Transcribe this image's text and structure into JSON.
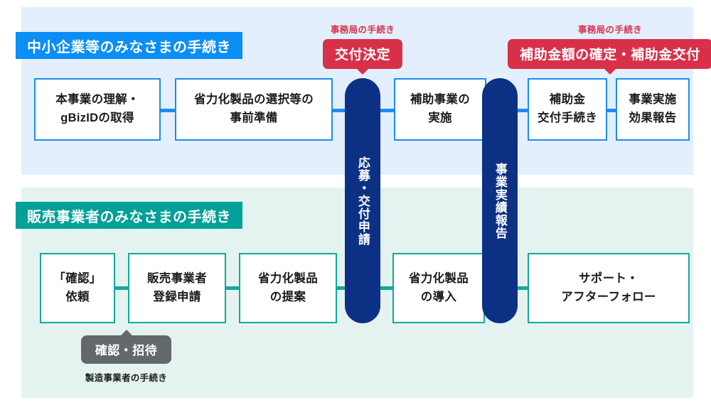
{
  "diagram": {
    "title_upper_section": "中小企業等のみなさまの手続き",
    "title_lower_section": "販売事業者のみなさまの手続き",
    "colors": {
      "upper_panel_bg": "#e3effc",
      "lower_panel_bg": "#e4f3f0",
      "upper_accent": "#0b8ef5",
      "lower_accent": "#01a099",
      "box_border_upper": "#1a8df2",
      "box_border_lower": "#12a89d",
      "pill_bg": "#0c3184",
      "callout_red": "#d9304a",
      "callout_gray": "#63686c"
    }
  },
  "upper_steps": [
    {
      "line1": "本事業の理解・",
      "line2": "gBizIDの取得"
    },
    {
      "line1": "省力化製品の選択等の",
      "line2": "事前準備"
    },
    {
      "line1": "補助事業の",
      "line2": "実施"
    },
    {
      "line1": "補助金",
      "line2": "交付手続き"
    },
    {
      "line1": "事業実施",
      "line2": "効果報告"
    }
  ],
  "lower_steps": [
    {
      "line1": "「確認」",
      "line2": "依頼"
    },
    {
      "line1": "販売事業者",
      "line2": "登録申請"
    },
    {
      "line1": "省力化製品",
      "line2": "の提案"
    },
    {
      "line1": "省力化製品",
      "line2": "の導入"
    },
    {
      "line1": "サポート・",
      "line2": "アフターフォロー"
    }
  ],
  "pills": [
    {
      "label": "応募・交付申請"
    },
    {
      "label": "事業実績報告"
    }
  ],
  "callouts": [
    {
      "kicker": "事務局の手続き",
      "label": "交付決定"
    },
    {
      "kicker": "事務局の手続き",
      "label": "補助金額の確定・補助金交付"
    }
  ],
  "manufacturer_note": {
    "box_label": "確認・招待",
    "caption": "製造事業者の手続き"
  }
}
